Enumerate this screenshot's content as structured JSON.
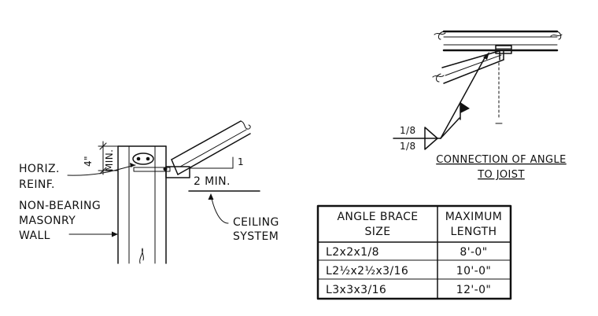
{
  "wall_detail": {
    "label_horiz": "HORIZ.",
    "label_reinf": "REINF.",
    "label_nonbearing": "NON-BEARING",
    "label_masonry": "MASONRY",
    "label_wall": "WALL",
    "dim_4": "4\"",
    "dim_min": "MIN.",
    "dim_1": "1",
    "dim_2min": "2 MIN.",
    "label_ceiling": "CEILING",
    "label_system": "SYSTEM"
  },
  "connection_detail": {
    "weld_top": "1/8",
    "weld_bottom": "1/8",
    "title_line1": "CONNECTION OF ANGLE",
    "title_line2": "TO JOIST"
  },
  "brace_table": {
    "headers": [
      [
        "ANGLE BRACE",
        "SIZE"
      ],
      [
        "MAXIMUM",
        "LENGTH"
      ]
    ],
    "rows": [
      {
        "size": "L2x2x1/8",
        "length": "8'-0\""
      },
      {
        "size": "L2½x2½x3/16",
        "length": "10'-0\""
      },
      {
        "size": "L3x3x3/16",
        "length": "12'-0\""
      }
    ]
  }
}
